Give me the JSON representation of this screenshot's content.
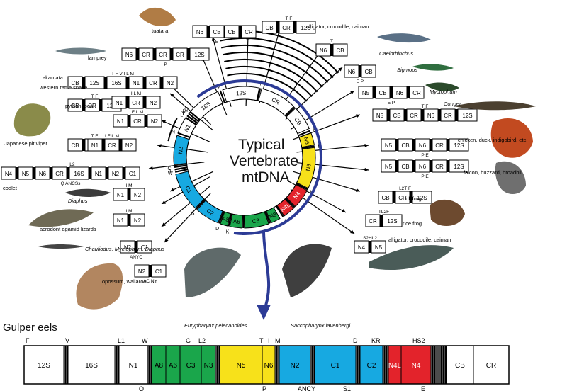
{
  "title": "Gulper eels",
  "center_label": [
    "Typical",
    "Vertebrate",
    "mtDNA"
  ],
  "colors": {
    "yellow": "#f7e11a",
    "red": "#e3232b",
    "green": "#1aa64b",
    "cyan": "#17a9e1",
    "blue": "#2c3b96",
    "black": "#000000"
  },
  "circle_genes": [
    {
      "label": "16S",
      "color": "#ffffff",
      "text": "#000"
    },
    {
      "label": "12S",
      "color": "#ffffff",
      "text": "#000"
    },
    {
      "label": "CR",
      "color": "#ffffff",
      "text": "#000"
    },
    {
      "label": "CB",
      "color": "#ffffff",
      "text": "#000"
    },
    {
      "label": "N6",
      "color": "#f7e11a",
      "text": "#000"
    },
    {
      "label": "N5",
      "color": "#f7e11a",
      "text": "#000"
    },
    {
      "label": "N4",
      "color": "#e3232b",
      "text": "#fff"
    },
    {
      "label": "N4L",
      "color": "#e3232b",
      "text": "#fff"
    },
    {
      "label": "N3",
      "color": "#1aa64b",
      "text": "#000"
    },
    {
      "label": "C3",
      "color": "#1aa64b",
      "text": "#000"
    },
    {
      "label": "A6",
      "color": "#1aa64b",
      "text": "#000"
    },
    {
      "label": "A8",
      "color": "#1aa64b",
      "text": "#000"
    },
    {
      "label": "C2",
      "color": "#17a9e1",
      "text": "#000"
    },
    {
      "label": "C1",
      "color": "#17a9e1",
      "text": "#000"
    },
    {
      "label": "N2",
      "color": "#17a9e1",
      "text": "#000"
    },
    {
      "label": "N1",
      "color": "#ffffff",
      "text": "#000"
    }
  ],
  "circle_trna": [
    "V",
    "F",
    "T",
    "P",
    "E",
    "H",
    "S",
    "L",
    "R",
    "G",
    "K",
    "D",
    "S",
    "W",
    "A",
    "C",
    "N",
    "Y",
    "M",
    "Q",
    "I",
    "L"
  ],
  "species_labels": [
    {
      "text": "tuatara"
    },
    {
      "text": "lamprey"
    },
    {
      "text": "akamata"
    },
    {
      "text": "western rattle snake"
    },
    {
      "text": "python, boa"
    },
    {
      "text": "Japanese pit viper"
    },
    {
      "text": "codlet"
    },
    {
      "text": "Diaphus"
    },
    {
      "text": "acrodont agamid lizards"
    },
    {
      "text": "Chauliodus, Myctophum, Diaphus"
    },
    {
      "text": "opossum, wallaroo"
    },
    {
      "text": "alligator, crocodile, caiman"
    },
    {
      "text": "Caelorhinchus"
    },
    {
      "text": "Sigmops"
    },
    {
      "text": "Myctophum"
    },
    {
      "text": "Conger"
    },
    {
      "text": "chicken, duck, indigobird, etc."
    },
    {
      "text": "falcon, buzzard, broadbill"
    },
    {
      "text": "bull frog"
    },
    {
      "text": "rice frog"
    },
    {
      "text": "alligator, crocodile, caiman"
    },
    {
      "text": "Eurypharynx pelecanoides"
    },
    {
      "text": "Saccopharynx lavenbergi"
    }
  ],
  "fragments": [
    {
      "genes": [
        "N6",
        "CB",
        "CR"
      ],
      "sub": "E"
    },
    {
      "genes": [
        "CB",
        "CR"
      ],
      "sub": ""
    },
    {
      "genes": [
        "CB",
        "CR",
        "12S"
      ],
      "sup": "T F"
    },
    {
      "genes": [
        "N6",
        "CR",
        "CR",
        "CR",
        "12S"
      ],
      "sub": "P"
    },
    {
      "genes": [
        "CB",
        "12S",
        "16S",
        "N1",
        "CR",
        "N2"
      ],
      "sup": "T F V I L M"
    },
    {
      "genes": [
        "CB",
        "CR",
        "12S"
      ],
      "sup": "T F"
    },
    {
      "genes": [
        "N1",
        "CR",
        "N2"
      ],
      "sup": "I L M"
    },
    {
      "genes": [
        "N1",
        "CR",
        "N2"
      ],
      "sup": "F L M"
    },
    {
      "genes": [
        "CB",
        "CR",
        "12S"
      ],
      "sup": "T F"
    },
    {
      "genes": [
        "N1",
        "CR",
        "N2"
      ],
      "sup": "I F L M"
    },
    {
      "genes": [
        "N4",
        "N5",
        "N6",
        "CR",
        "16S",
        "N1",
        "N2",
        "C1"
      ],
      "sup": "HL2",
      "sub": "Q ANCSs"
    },
    {
      "genes": [
        "N1",
        "N2"
      ],
      "sup": "I M"
    },
    {
      "genes": [
        "N1",
        "N2"
      ],
      "sup": "I M"
    },
    {
      "genes": [
        "N2",
        "C1"
      ],
      "sub": "ANYC"
    },
    {
      "genes": [
        "N2",
        "C1"
      ],
      "sub": "AC NY"
    },
    {
      "genes": [
        "N6",
        "CB"
      ],
      "sup": "T"
    },
    {
      "genes": [
        "N6",
        "CB"
      ],
      "sub": "E P"
    },
    {
      "genes": [
        "N5",
        "CB",
        "N6",
        "CR"
      ],
      "sub": "E P"
    },
    {
      "genes": [
        "N5",
        "CB",
        "CR",
        "N6",
        "CR",
        "12S"
      ],
      "sup": "T F"
    },
    {
      "genes": [
        "N5",
        "CB",
        "N6",
        "CR",
        "12S"
      ],
      "sub": "P E"
    },
    {
      "genes": [
        "N5",
        "CB",
        "N6",
        "CR",
        "12S"
      ],
      "sub": "P E"
    },
    {
      "genes": [
        "CB",
        "CR",
        "12S"
      ],
      "sup": "L2T F"
    },
    {
      "genes": [
        "CR",
        "12S"
      ],
      "sup": "TL2F"
    },
    {
      "genes": [
        "N4",
        "N5"
      ],
      "sup": "S2HL2"
    }
  ],
  "linear_map": {
    "segments": [
      {
        "label": "12S",
        "color": "#ffffff",
        "text": "#000"
      },
      {
        "label": "16S",
        "color": "#ffffff",
        "text": "#000"
      },
      {
        "label": "N1",
        "color": "#ffffff",
        "text": "#000"
      },
      {
        "label": "A8",
        "color": "#1aa64b",
        "text": "#000"
      },
      {
        "label": "A6",
        "color": "#1aa64b",
        "text": "#000"
      },
      {
        "label": "C3",
        "color": "#1aa64b",
        "text": "#000"
      },
      {
        "label": "N3",
        "color": "#1aa64b",
        "text": "#000"
      },
      {
        "label": "N5",
        "color": "#f7e11a",
        "text": "#000"
      },
      {
        "label": "N6",
        "color": "#f7e11a",
        "text": "#000"
      },
      {
        "label": "N2",
        "color": "#17a9e1",
        "text": "#000"
      },
      {
        "label": "C1",
        "color": "#17a9e1",
        "text": "#000"
      },
      {
        "label": "C2",
        "color": "#17a9e1",
        "text": "#000"
      },
      {
        "label": "N4L",
        "color": "#e3232b",
        "text": "#fff"
      },
      {
        "label": "N4",
        "color": "#e3232b",
        "text": "#fff"
      },
      {
        "label": "CB",
        "color": "#ffffff",
        "text": "#000"
      },
      {
        "label": "CR",
        "color": "#ffffff",
        "text": "#000"
      }
    ],
    "top_labels": [
      "F",
      "V",
      "L1",
      "W",
      "G",
      "L2",
      "T",
      "I",
      "M",
      "D",
      "KR",
      "HS2"
    ],
    "bottom_labels": [
      "Q",
      "P",
      "ANCY",
      "S1",
      "E"
    ]
  }
}
